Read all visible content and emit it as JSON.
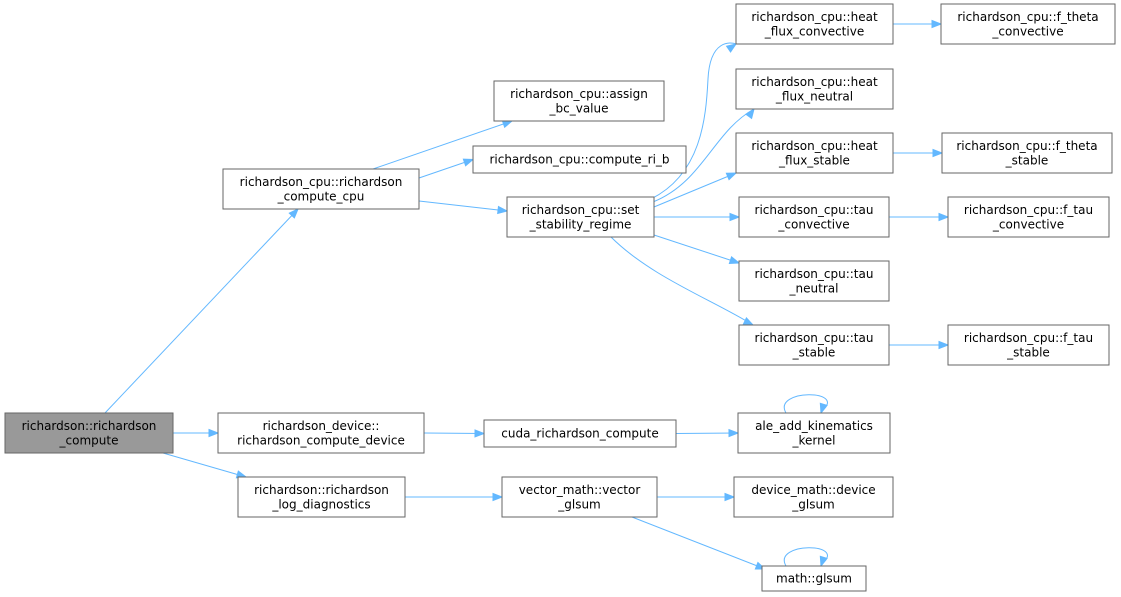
{
  "colors": {
    "edge": "#63b8ff",
    "node_border": "#666666",
    "root_fill": "#999999",
    "node_fill": "#ffffff"
  },
  "nodes": [
    {
      "id": "root",
      "lines": [
        "richardson::richardson",
        "_compute"
      ],
      "root": true
    },
    {
      "id": "rc_cpu",
      "lines": [
        "richardson_cpu::richardson",
        "_compute_cpu"
      ]
    },
    {
      "id": "rd_dev",
      "lines": [
        "richardson_device::",
        "richardson_compute_device"
      ]
    },
    {
      "id": "rlog",
      "lines": [
        "richardson::richardson",
        "_log_diagnostics"
      ]
    },
    {
      "id": "assign_bc",
      "lines": [
        "richardson_cpu::assign",
        "_bc_value"
      ]
    },
    {
      "id": "ri_b",
      "lines": [
        "richardson_cpu::compute_ri_b"
      ]
    },
    {
      "id": "set_stab",
      "lines": [
        "richardson_cpu::set",
        "_stability_regime"
      ]
    },
    {
      "id": "cuda_rc",
      "lines": [
        "cuda_richardson_compute"
      ]
    },
    {
      "id": "vm_glsum",
      "lines": [
        "vector_math::vector",
        "_glsum"
      ]
    },
    {
      "id": "hf_conv",
      "lines": [
        "richardson_cpu::heat",
        "_flux_convective"
      ]
    },
    {
      "id": "hf_neut",
      "lines": [
        "richardson_cpu::heat",
        "_flux_neutral"
      ]
    },
    {
      "id": "hf_stab",
      "lines": [
        "richardson_cpu::heat",
        "_flux_stable"
      ]
    },
    {
      "id": "tau_conv",
      "lines": [
        "richardson_cpu::tau",
        "_convective"
      ]
    },
    {
      "id": "tau_neut",
      "lines": [
        "richardson_cpu::tau",
        "_neutral"
      ]
    },
    {
      "id": "tau_stab",
      "lines": [
        "richardson_cpu::tau",
        "_stable"
      ]
    },
    {
      "id": "ale_kin",
      "lines": [
        "ale_add_kinematics",
        "_kernel"
      ]
    },
    {
      "id": "dm_glsum",
      "lines": [
        "device_math::device",
        "_glsum"
      ]
    },
    {
      "id": "math_glsum",
      "lines": [
        "math::glsum"
      ]
    },
    {
      "id": "ft_conv",
      "lines": [
        "richardson_cpu::f_theta",
        "_convective"
      ]
    },
    {
      "id": "ft_stab",
      "lines": [
        "richardson_cpu::f_theta",
        "_stable"
      ]
    },
    {
      "id": "ftau_conv",
      "lines": [
        "richardson_cpu::f_tau",
        "_convective"
      ]
    },
    {
      "id": "ftau_stab",
      "lines": [
        "richardson_cpu::f_tau",
        "_stable"
      ]
    }
  ],
  "edges": [
    [
      "root",
      "rc_cpu"
    ],
    [
      "root",
      "rd_dev"
    ],
    [
      "root",
      "rlog"
    ],
    [
      "rc_cpu",
      "assign_bc"
    ],
    [
      "rc_cpu",
      "ri_b"
    ],
    [
      "rc_cpu",
      "set_stab"
    ],
    [
      "set_stab",
      "hf_conv"
    ],
    [
      "set_stab",
      "hf_neut"
    ],
    [
      "set_stab",
      "hf_stab"
    ],
    [
      "set_stab",
      "tau_conv"
    ],
    [
      "set_stab",
      "tau_neut"
    ],
    [
      "set_stab",
      "tau_stab"
    ],
    [
      "hf_conv",
      "ft_conv"
    ],
    [
      "hf_stab",
      "ft_stab"
    ],
    [
      "tau_conv",
      "ftau_conv"
    ],
    [
      "tau_stab",
      "ftau_stab"
    ],
    [
      "rd_dev",
      "cuda_rc"
    ],
    [
      "cuda_rc",
      "ale_kin"
    ],
    [
      "ale_kin",
      "ale_kin"
    ],
    [
      "rlog",
      "vm_glsum"
    ],
    [
      "vm_glsum",
      "dm_glsum"
    ],
    [
      "vm_glsum",
      "math_glsum"
    ],
    [
      "math_glsum",
      "math_glsum"
    ]
  ]
}
